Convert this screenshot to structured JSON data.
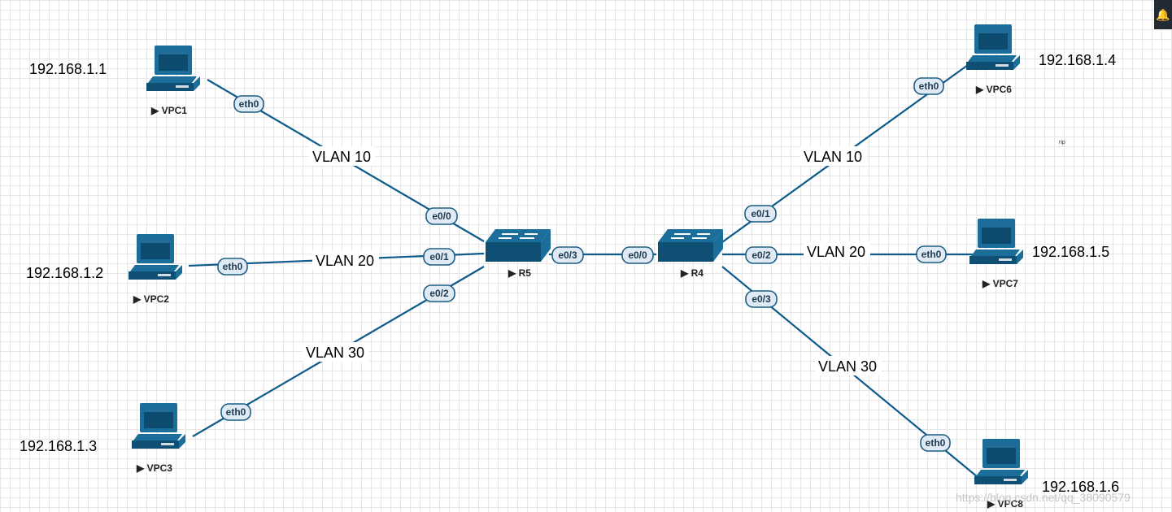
{
  "colors": {
    "link": "#0e5a8a",
    "device": "#1a6e99",
    "device_dark": "#0f4f73",
    "port_fill": "#dfeaf4",
    "port_stroke": "#1f5f86"
  },
  "nodes": {
    "VPC1": {
      "name": "VPC1",
      "ip": "192.168.1.1",
      "type": "pc"
    },
    "VPC2": {
      "name": "VPC2",
      "ip": "192.168.1.2",
      "type": "pc"
    },
    "VPC3": {
      "name": "VPC3",
      "ip": "192.168.1.3",
      "type": "pc"
    },
    "VPC6": {
      "name": "VPC6",
      "ip": "192.168.1.4",
      "type": "pc"
    },
    "VPC7": {
      "name": "VPC7",
      "ip": "192.168.1.5",
      "type": "pc"
    },
    "VPC8": {
      "name": "VPC8",
      "ip": "192.168.1.6",
      "type": "pc"
    },
    "R5": {
      "name": "R5",
      "type": "switch"
    },
    "R4": {
      "name": "R4",
      "type": "switch"
    }
  },
  "links": [
    {
      "from": "VPC1",
      "from_port": "eth0",
      "to": "R5",
      "to_port": "e0/0",
      "vlan": "VLAN 10"
    },
    {
      "from": "VPC2",
      "from_port": "eth0",
      "to": "R5",
      "to_port": "e0/1",
      "vlan": "VLAN 20"
    },
    {
      "from": "VPC3",
      "from_port": "eth0",
      "to": "R5",
      "to_port": "e0/2",
      "vlan": "VLAN 30"
    },
    {
      "from": "R5",
      "from_port": "e0/3",
      "to": "R4",
      "to_port": "e0/0",
      "vlan": ""
    },
    {
      "from": "VPC6",
      "from_port": "eth0",
      "to": "R4",
      "to_port": "e0/1",
      "vlan": "VLAN 10"
    },
    {
      "from": "VPC7",
      "from_port": "eth0",
      "to": "R4",
      "to_port": "e0/2",
      "vlan": "VLAN 20"
    },
    {
      "from": "VPC8",
      "from_port": "eth0",
      "to": "R4",
      "to_port": "e0/3",
      "vlan": "VLAN 30"
    }
  ],
  "misc": {
    "tiny_text": "rip",
    "watermark": "https://blog.csdn.net/qq_38090579",
    "corner_icon": "bell-icon"
  }
}
